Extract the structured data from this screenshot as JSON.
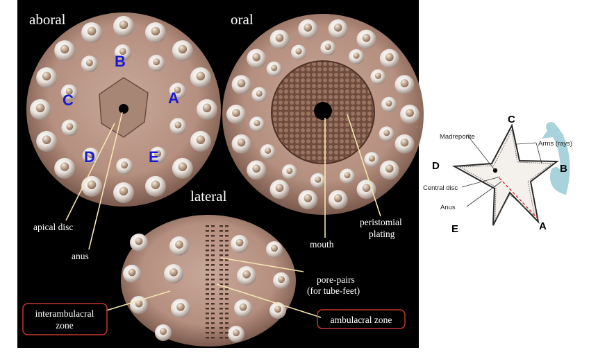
{
  "views": {
    "aboral": "aboral",
    "oral": "oral",
    "lateral": "lateral"
  },
  "ambulacra": [
    "A",
    "B",
    "C",
    "D",
    "E"
  ],
  "labels": {
    "apical_disc": "apical disc",
    "anus": "anus",
    "mouth": "mouth",
    "peristomial_line1": "peristomial",
    "peristomial_line2": "plating",
    "pore_pairs_line1": "pore-pairs",
    "pore_pairs_line2": "(for tube-feet)",
    "interambulacral_line1": "interambulacral",
    "interambulacral_line2": "zone",
    "ambulacral_zone": "ambulacral zone"
  },
  "starfish": {
    "letters": {
      "A": "A",
      "B": "B",
      "C": "C",
      "D": "D",
      "E": "E"
    },
    "madreporite": "Madreporite",
    "arms": "Arms (rays)",
    "central_disc": "Central disc",
    "anus": "Anus"
  },
  "colors": {
    "background": "#000000",
    "ambulacra_letters": "#1a1ad0",
    "pointer_lines": "#f3e6b0",
    "boxes": "#c0392b",
    "arrow": "#a9d3dc",
    "dashed_line": "#e02020"
  }
}
